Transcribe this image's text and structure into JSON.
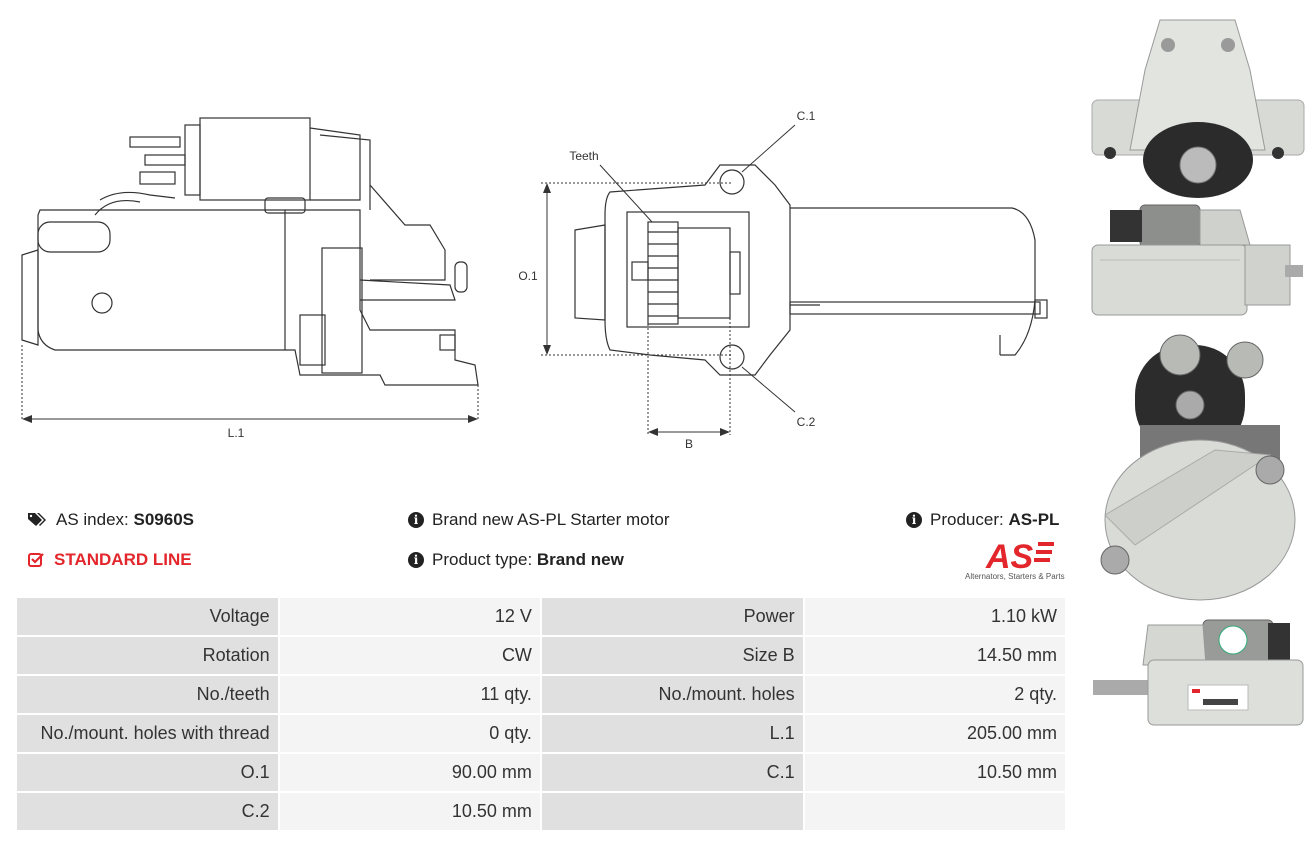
{
  "drawing": {
    "label_L1": "L.1",
    "label_O1": "O.1",
    "label_B": "B",
    "label_C1": "C.1",
    "label_C2": "C.2",
    "label_teeth": "Teeth"
  },
  "info": {
    "as_index_label": "AS index:",
    "as_index_value": "S0960S",
    "line_label": "STANDARD LINE",
    "description": "Brand new AS-PL Starter motor",
    "product_type_label": "Product type:",
    "product_type_value": "Brand new",
    "producer_label": "Producer:",
    "producer_value": "AS-PL",
    "logo_text": "AS",
    "logo_tagline": "Alternators, Starters & Parts"
  },
  "colors": {
    "accent_red": "#e3262b",
    "key_bg": "#e0e0e0",
    "value_bg": "#f4f4f4"
  },
  "specs": [
    {
      "k1": "Voltage",
      "v1": "12 V",
      "k2": "Power",
      "v2": "1.10 kW"
    },
    {
      "k1": "Rotation",
      "v1": "CW",
      "k2": "Size B",
      "v2": "14.50 mm"
    },
    {
      "k1": "No./teeth",
      "v1": "11 qty.",
      "k2": "No./mount. holes",
      "v2": "2 qty."
    },
    {
      "k1": "No./mount. holes with thread",
      "v1": "0 qty.",
      "k2": "L.1",
      "v2": "205.00 mm"
    },
    {
      "k1": "O.1",
      "v1": "90.00 mm",
      "k2": "C.1",
      "v2": "10.50 mm"
    },
    {
      "k1": "C.2",
      "v1": "10.50 mm",
      "k2": "",
      "v2": ""
    }
  ]
}
